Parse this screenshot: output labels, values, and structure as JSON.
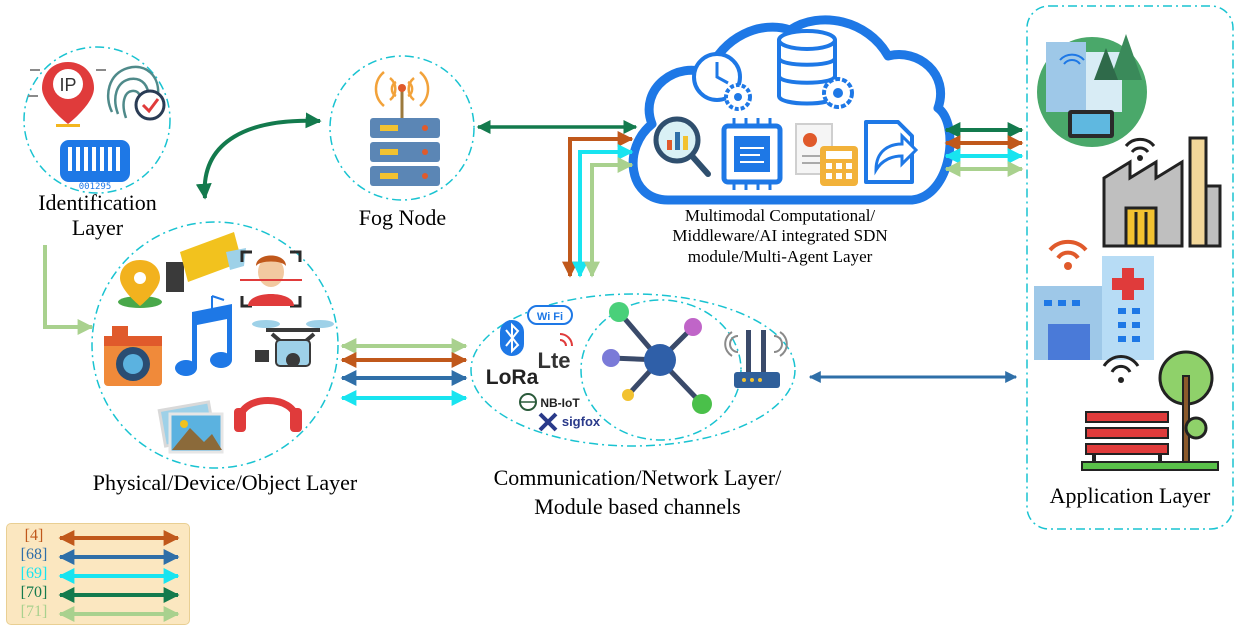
{
  "labels": {
    "identification_layer": [
      "Identification",
      "Layer"
    ],
    "fog_node": "Fog Node",
    "computational_layer": [
      "Multimodal Computational/",
      "Middleware/AI integrated SDN",
      "module/Multi-Agent Layer"
    ],
    "physical_layer": "Physical/Device/Object Layer",
    "communication_layer": [
      "Communication/Network Layer/",
      "Module based channels"
    ],
    "application_layer": "Application Layer"
  },
  "protocol_logos": {
    "wifi": "Wi Fi",
    "lte": "Lte",
    "lora": "LoRa",
    "nbiot": "NB-IoT",
    "sigfox": "sigfox"
  },
  "identification_icons": {
    "ip": "IP",
    "barcode_number": "001295"
  },
  "legend": [
    {
      "ref": "[4]",
      "color": "#c0581b"
    },
    {
      "ref": "[68]",
      "color": "#2f6fa8"
    },
    {
      "ref": "[69]",
      "color": "#18e4f0"
    },
    {
      "ref": "[70]",
      "color": "#137a4d"
    },
    {
      "ref": "[71]",
      "color": "#a9d18e"
    }
  ],
  "colors": {
    "dash_circle": "#19c3d1",
    "icon_blue": "#1e78e6",
    "orange": "#c0581b",
    "steel_blue": "#2f6fa8",
    "cyan": "#18e4f0",
    "dark_green": "#137a4d",
    "light_green": "#a9d18e"
  }
}
